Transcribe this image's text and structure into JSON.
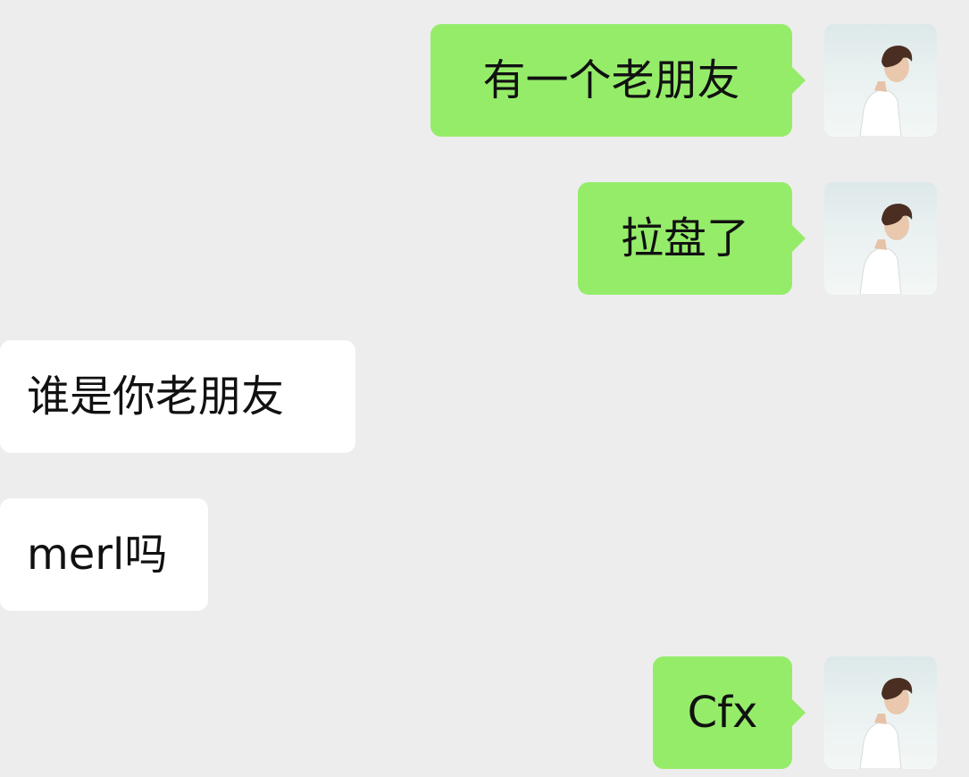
{
  "messages": [
    {
      "sender": "me",
      "text": "有一个老朋友"
    },
    {
      "sender": "me",
      "text": "拉盘了"
    },
    {
      "sender": "other",
      "text": "谁是你老朋友"
    },
    {
      "sender": "other",
      "text": "merl吗"
    },
    {
      "sender": "me",
      "text": "Cfx"
    }
  ],
  "colors": {
    "background": "#ededed",
    "outgoing_bubble": "#95ec69",
    "incoming_bubble": "#ffffff",
    "text": "#111111"
  },
  "avatar": {
    "icon": "user-avatar-photo"
  }
}
